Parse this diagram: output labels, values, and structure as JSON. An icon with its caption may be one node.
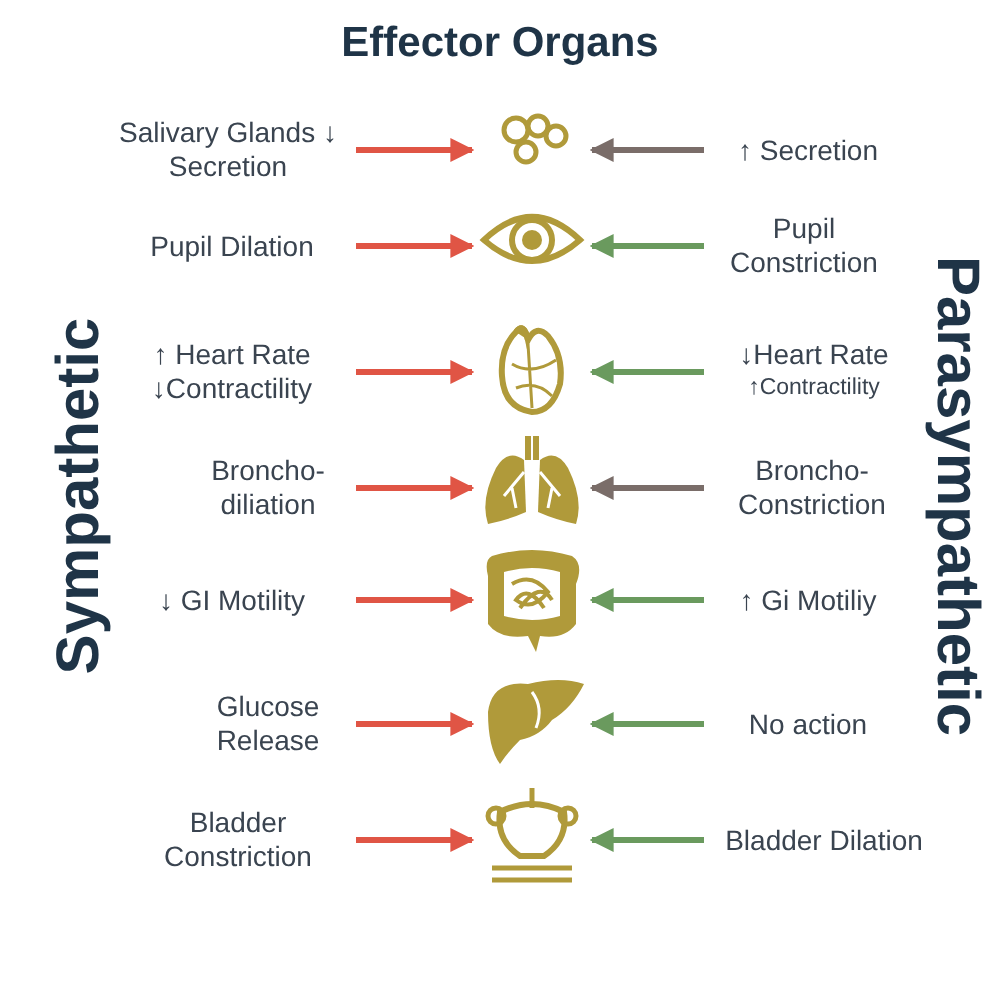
{
  "diagram": {
    "title": "Effector Organs",
    "nodes": [
      {
        "text": [
          "Salivary Glands ↓ Secretion"
        ]
      },
      {
        "text": [],
        "shape": "picture"
      },
      {
        "text": [
          "↑ Secretion"
        ]
      },
      {
        "text": [
          "Pupil Dilation"
        ]
      },
      {
        "text": [],
        "shape": "picture"
      },
      {
        "text": [
          "Pupil Constriction"
        ]
      },
      {
        "text": [
          "↑ Heart Rate ↓Contractility"
        ]
      },
      {
        "text": [],
        "shape": "picture"
      },
      {
        "text": [
          "↓Heart Rate",
          "↑Contractility"
        ]
      },
      {
        "text": [
          "Broncho- diliation"
        ]
      },
      {
        "text": [],
        "shape": "picture"
      },
      {
        "text": [
          "Broncho- Constriction"
        ]
      },
      {
        "text": [
          "↓ GI Motility"
        ]
      },
      {
        "text": [],
        "shape": "picture"
      },
      {
        "text": [
          "↑ Gi Motiliy"
        ]
      },
      {
        "text": [
          "Glucose Release"
        ]
      },
      {
        "text": [],
        "shape": "picture"
      },
      {
        "text": [
          "No action"
        ]
      },
      {
        "text": [
          "Bladder Constriction"
        ]
      },
      {
        "text": [],
        "shape": "picture"
      },
      {
        "text": [
          "Bladder Dilation"
        ]
      }
    ],
    "edges": [
      {
        "from": 0,
        "to": 1,
        "arrow": "to",
        "color": "#e05545"
      },
      {
        "from": 2,
        "to": 1,
        "arrow": "to",
        "color": "#7a6d69"
      },
      {
        "from": 3,
        "to": 4,
        "arrow": "to",
        "color": "#e05545"
      },
      {
        "from": 5,
        "to": 4,
        "arrow": "to",
        "color": "#6a9a5e"
      },
      {
        "from": 6,
        "to": 7,
        "arrow": "to",
        "color": "#e05545"
      },
      {
        "from": 8,
        "to": 7,
        "arrow": "to",
        "color": "#6a9a5e"
      },
      {
        "from": 9,
        "to": 10,
        "arrow": "to",
        "color": "#e05545"
      },
      {
        "from": 11,
        "to": 10,
        "arrow": "to",
        "color": "#7a6d69"
      },
      {
        "from": 12,
        "to": 13,
        "arrow": "to",
        "color": "#e05545"
      },
      {
        "from": 14,
        "to": 13,
        "arrow": "to",
        "color": "#6a9a5e"
      },
      {
        "from": 15,
        "to": 16,
        "arrow": "to",
        "color": "#e05545"
      },
      {
        "from": 17,
        "to": 16,
        "arrow": "to",
        "color": "#6a9a5e"
      },
      {
        "from": 18,
        "to": 19,
        "arrow": "to",
        "color": "#e05545"
      },
      {
        "from": 20,
        "to": 19,
        "arrow": "to",
        "color": "#6a9a5e"
      }
    ],
    "labels": [
      "Sympathetic",
      "Parasympathetic"
    ]
  }
}
